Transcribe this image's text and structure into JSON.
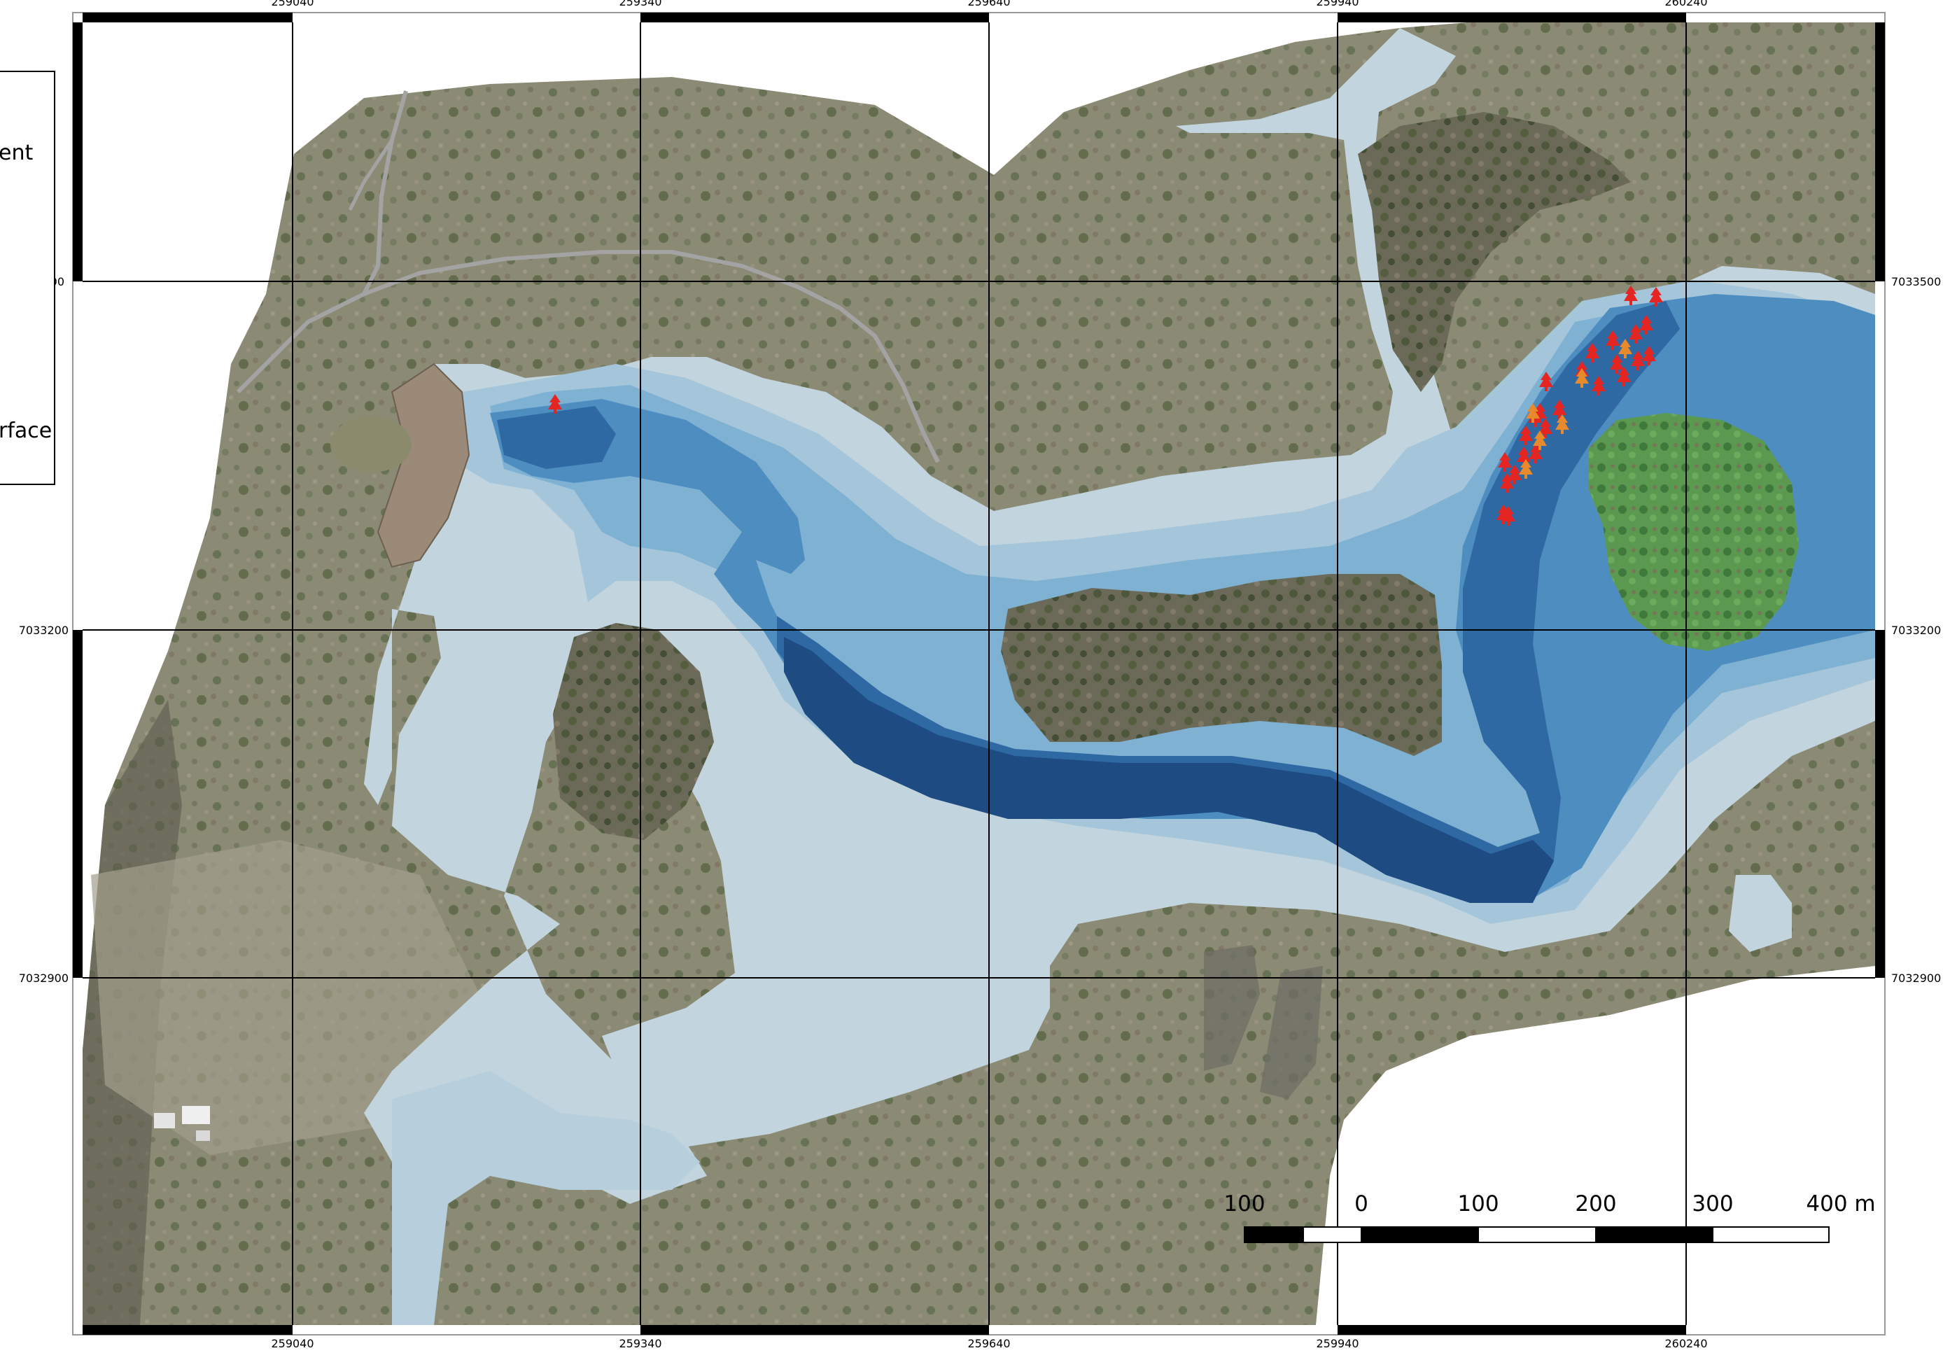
{
  "map": {
    "x_ticks": [
      "259040",
      "259340",
      "259640",
      "259940",
      "260240"
    ],
    "y_ticks": [
      "7033500",
      "7033200",
      "7032900"
    ],
    "y_tick_left_partial": "00",
    "colors": {
      "land": "#8a8a74",
      "land_dark": "#5f6350",
      "veg": "#5d7049",
      "veg_green": "#5f9a52",
      "shallow": "#c3d6df",
      "mid1": "#a9c9db",
      "mid2": "#7fb2d2",
      "deep1": "#4f8fc0",
      "deep2": "#2f6aa4",
      "deepest": "#1f4f85",
      "marker_red": "#e52521",
      "marker_orange": "#e8892c",
      "road": "#9a9a9a",
      "grid": "#000000"
    }
  },
  "legend": {
    "item1": "ent",
    "item2": "rface"
  },
  "scalebar": {
    "labels": [
      "100",
      "0",
      "100",
      "200",
      "300",
      "400 m"
    ]
  },
  "markers": {
    "red": [
      [
        793,
        577
      ],
      [
        2330,
        422
      ],
      [
        2366,
        424
      ],
      [
        2304,
        486
      ],
      [
        2337,
        477
      ],
      [
        2275,
        504
      ],
      [
        2320,
        538
      ],
      [
        2209,
        545
      ],
      [
        2284,
        551
      ],
      [
        2340,
        515
      ],
      [
        2356,
        508
      ],
      [
        2193,
        596
      ],
      [
        2180,
        622
      ],
      [
        2177,
        652
      ],
      [
        2164,
        678
      ],
      [
        2153,
        690
      ],
      [
        2155,
        737
      ],
      [
        2148,
        735
      ],
      [
        2194,
        648
      ],
      [
        2352,
        464
      ],
      [
        2260,
        530
      ],
      [
        2208,
        612
      ],
      [
        2228,
        585
      ],
      [
        2200,
        590
      ],
      [
        2310,
        520
      ],
      [
        2150,
        660
      ]
    ],
    "orange": [
      [
        2190,
        590
      ],
      [
        2322,
        498
      ],
      [
        2232,
        606
      ],
      [
        2200,
        629
      ],
      [
        2180,
        670
      ],
      [
        2260,
        540
      ]
    ]
  }
}
